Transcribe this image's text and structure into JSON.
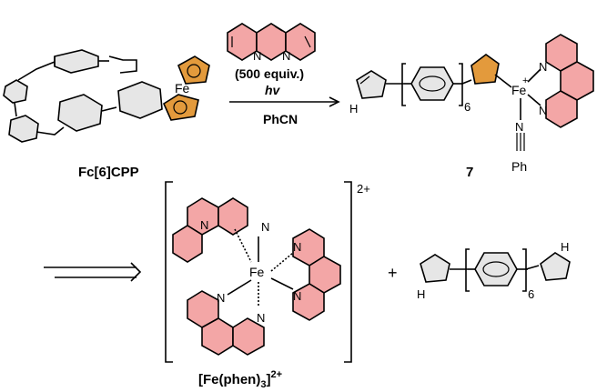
{
  "reagents": {
    "equiv": "(500 equiv.)",
    "light": "hv",
    "solvent": "PhCN"
  },
  "compounds": {
    "start": "Fc[6]CPP",
    "intermediate": "7",
    "complex_name": "[Fe(phen)",
    "complex_sub": "3",
    "complex_sup": "2+",
    "complex_charge": "2+"
  },
  "atoms": {
    "fe": "Fe",
    "n": "N",
    "h": "H",
    "ph": "Ph",
    "plus": "+",
    "six": "6"
  },
  "colors": {
    "ring_fill": "#e6e6e6",
    "phen_fill": "#f3a6a6",
    "cp_fill": "#e39a3c",
    "stroke": "#000000"
  }
}
